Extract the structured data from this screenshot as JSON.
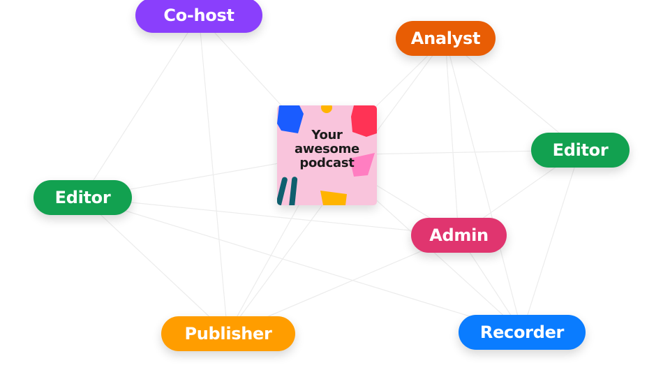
{
  "podcast": {
    "title": "Your\nawesome\npodcast"
  },
  "roles": [
    {
      "id": "cohost",
      "label": "Co-host",
      "color": "#8a3ffc"
    },
    {
      "id": "analyst",
      "label": "Analyst",
      "color": "#e85d04"
    },
    {
      "id": "editor-right",
      "label": "Editor",
      "color": "#12a150"
    },
    {
      "id": "editor-left",
      "label": "Editor",
      "color": "#12a150"
    },
    {
      "id": "admin",
      "label": "Admin",
      "color": "#e0356f"
    },
    {
      "id": "publisher",
      "label": "Publisher",
      "color": "#ff9d00"
    },
    {
      "id": "recorder",
      "label": "Recorder",
      "color": "#0a7cff"
    }
  ]
}
